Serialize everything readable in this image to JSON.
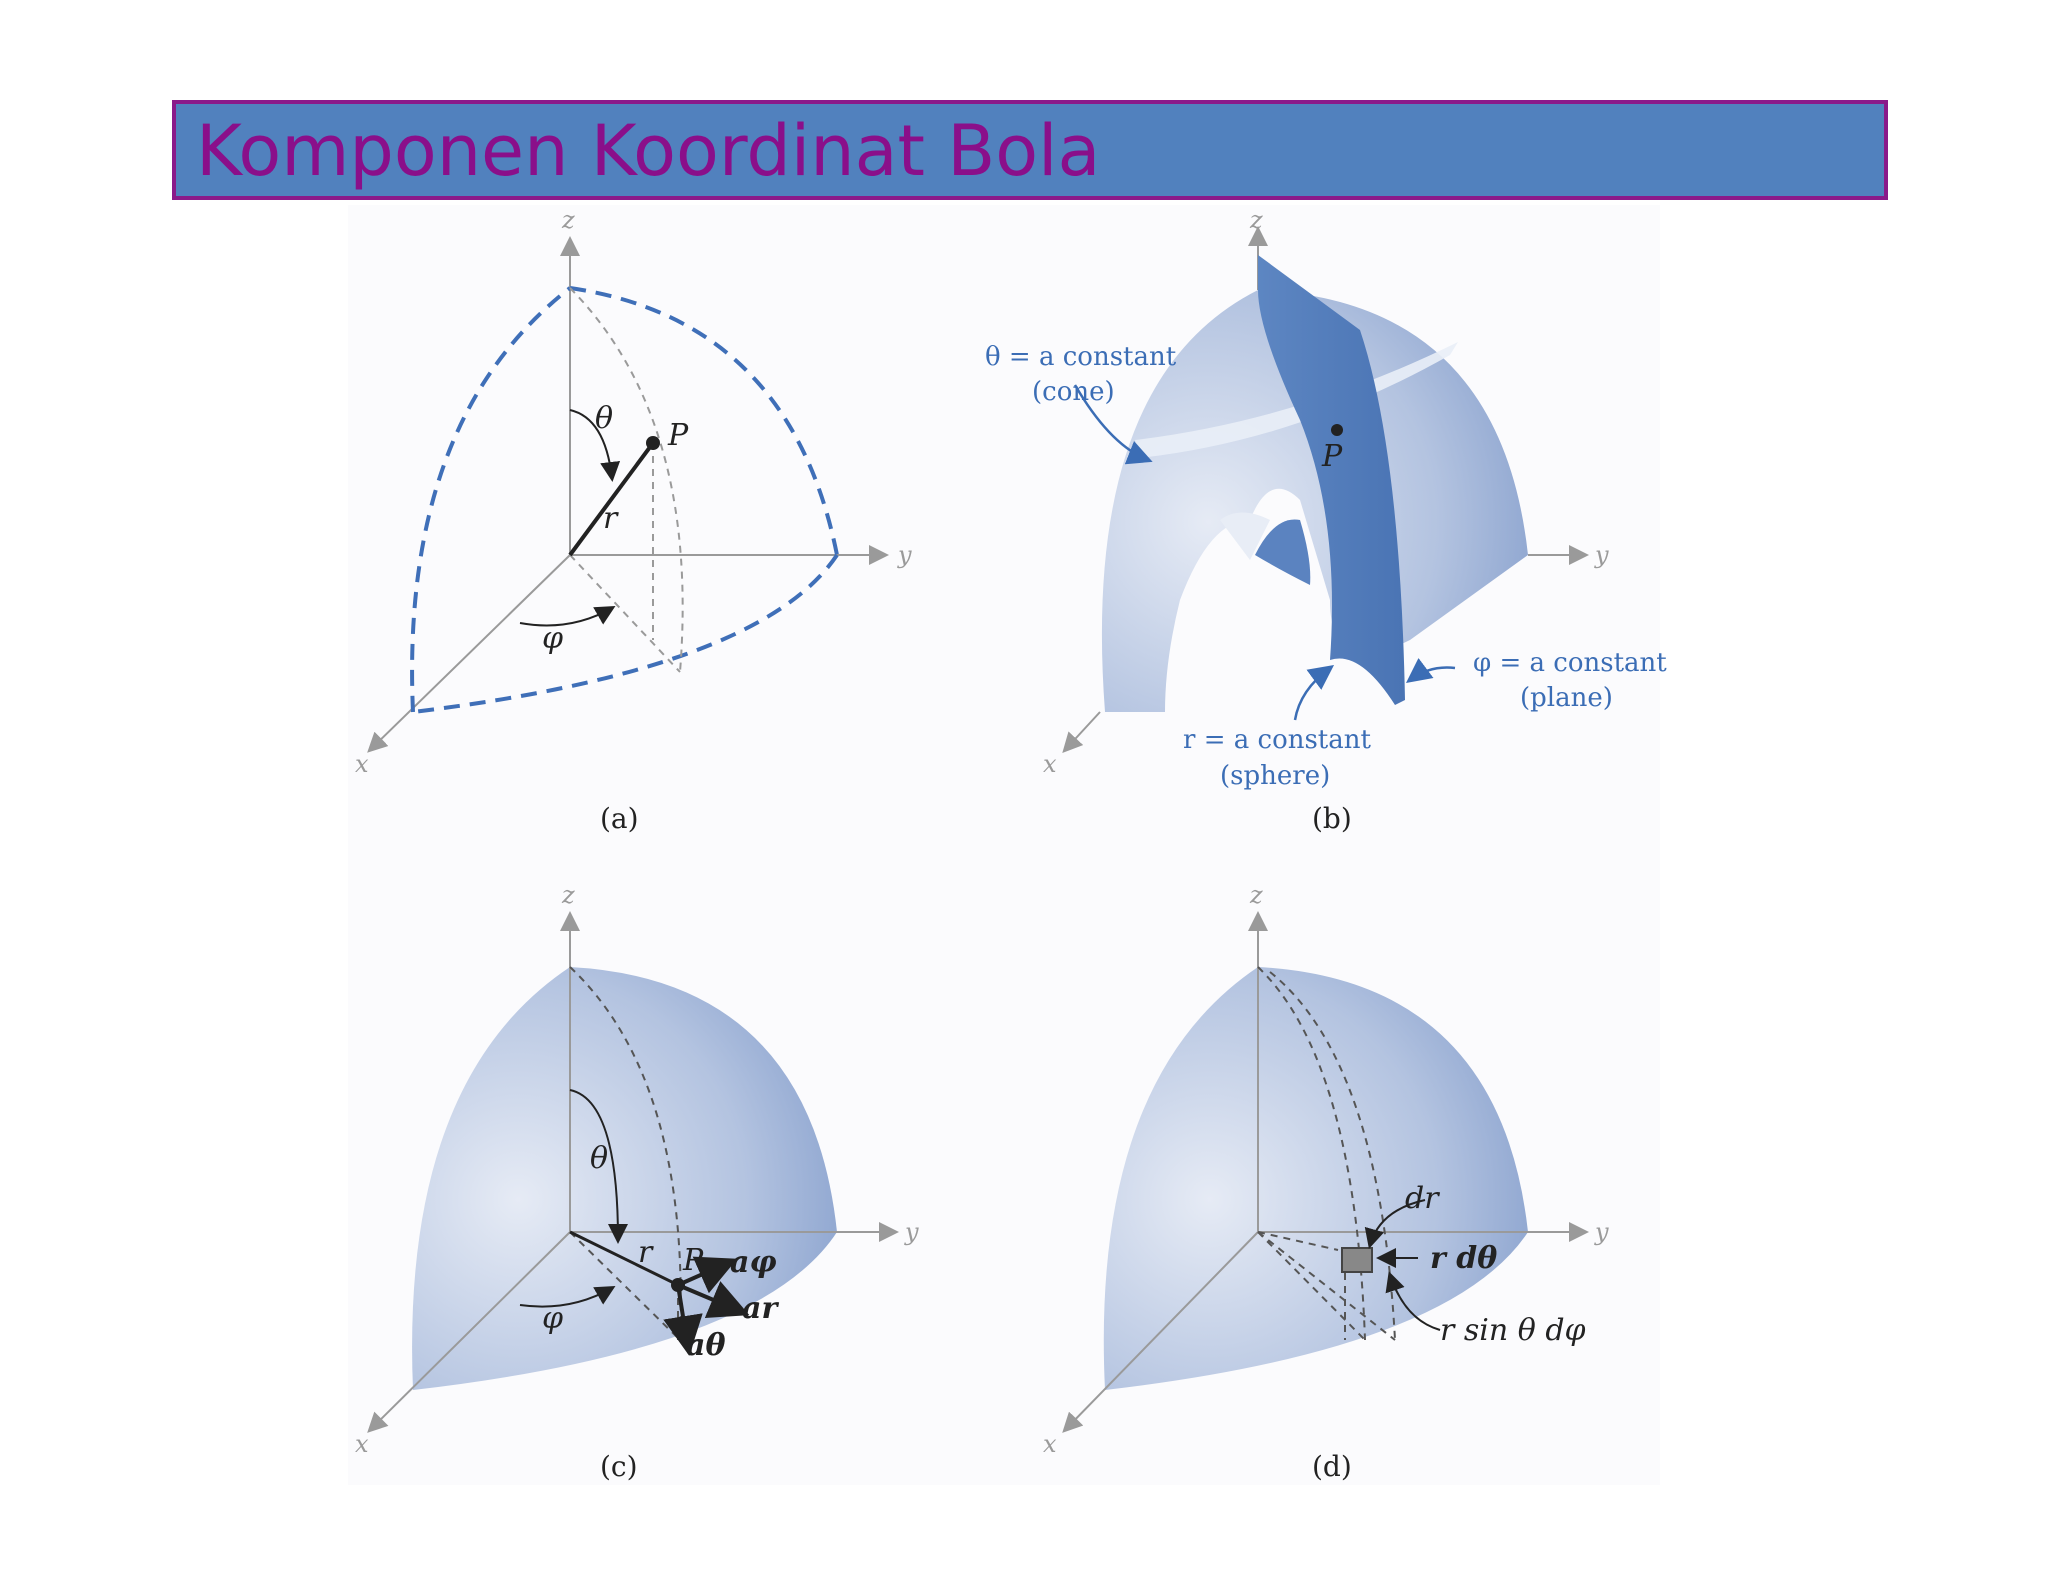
{
  "title": "Komponen Koordinat Bola",
  "colors": {
    "title_bg": "#5181be",
    "title_border": "#8a1a8a",
    "title_text": "#8a0f8a",
    "surface": "#a9bcdc",
    "annotation": "#3b6db5"
  },
  "axes": {
    "x": "x",
    "y": "y",
    "z": "z"
  },
  "panels": {
    "a": {
      "caption": "(a)",
      "theta": "θ",
      "phi": "φ",
      "r": "r",
      "point": "P"
    },
    "b": {
      "caption": "(b)",
      "point": "P",
      "cone_line1": "θ = a constant",
      "cone_line2": "(cone)",
      "plane_line1": "φ = a constant",
      "plane_line2": "(plane)",
      "sphere_line1": "r = a constant",
      "sphere_line2": "(sphere)"
    },
    "c": {
      "caption": "(c)",
      "theta": "θ",
      "phi": "φ",
      "r": "r",
      "point": "P",
      "a_phi": "aφ",
      "a_r": "ar",
      "a_theta": "aθ"
    },
    "d": {
      "caption": "(d)",
      "dr": "dr",
      "r_dtheta": "r dθ",
      "r_sin_dphi": "r sin θ dφ"
    }
  }
}
